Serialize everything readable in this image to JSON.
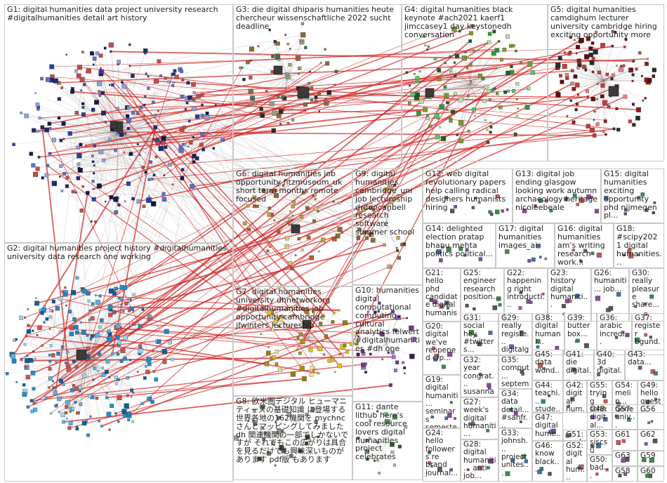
{
  "groups": [
    {
      "id": "G1",
      "text": "G1: digital humanities data project university research #digitalhumanities detail art history",
      "fs": 11,
      "color": "#2c2c8a"
    },
    {
      "id": "G2",
      "text": "G2: digital humanities project history #digitalhumanities university data research one working",
      "fs": 11,
      "color": "#3b8fc4"
    },
    {
      "id": "G3",
      "text": "G3: die digital dhiparis humanities heute chercheur wissenschaftliche 2022 sucht deadline",
      "fs": 11,
      "color": "#6a8a6a"
    },
    {
      "id": "G4",
      "text": "G4: digital humanities black keynote #ach2021 kaerf1 jimccasey1 day keystonedh conversation",
      "fs": 11,
      "color": "#2e9a3a"
    },
    {
      "id": "G5",
      "text": "G5: digital humanities camdighum lecturer university cambridge hiring exciting opportunity more",
      "fs": 11,
      "color": "#9a1a1a"
    },
    {
      "id": "G6",
      "text": "G6: digital humanities job opportunity fitzmuseum_uk short term months remote focused",
      "fs": 11,
      "color": "#c79a3a"
    },
    {
      "id": "G7",
      "text": "G7: digital humanities university dhnetworkorg #digitalhumanities job opportunity cambridge jfwinters lectureship",
      "fs": 11,
      "color": "#e0c020"
    },
    {
      "id": "G8",
      "text": "G8: 欧米圏デジタル ヒューマニティーズの基礎知識 に登場する世界各地の162機関を mychnc さんとマッピングしてみました dh 関連機関の一部でしかないですが それでもこの広がりは具合を見るだけでも興味深いものがあります pdf版 もあります",
      "fs": 11,
      "color": "#7a6a5a"
    },
    {
      "id": "G9",
      "text": "G9: digital humanities cambridge_uni job lectureship drduncanbell research software summer school",
      "fs": 11,
      "color": "#8a6a3a"
    },
    {
      "id": "G10",
      "text": "G10: humanities digital computational computing cultural analytics felwert #digitalhumanities #dh one",
      "fs": 11,
      "color": "#6a3a8a"
    },
    {
      "id": "G11",
      "text": "G11: dante lithub here's cool resource lovers digital humanities project celebrates",
      "fs": 11,
      "color": "#5a8a5a"
    },
    {
      "id": "G12",
      "text": "G12: web digital revolutionary papers help calling radical designers humanists hiring",
      "fs": 11,
      "color": "#8a5a5a"
    },
    {
      "id": "G13",
      "text": "G13: digital job ending glasgow looking work autumn archaeology heritage nicoleebeale",
      "fs": 11,
      "color": "#5a5a8a"
    },
    {
      "id": "G14",
      "text": "G14: delighted election pratap bhanu mehta politics political...",
      "fs": 11,
      "color": "#7a7a7a"
    },
    {
      "id": "G15",
      "text": "G15: digital humanities exciting opportunity phd nijmegen pl...",
      "fs": 11,
      "color": "#7a7a7a"
    },
    {
      "id": "G16",
      "text": "G16: digital humanities am's writing research work...",
      "fs": 11,
      "color": "#7a7a7a"
    },
    {
      "id": "G17",
      "text": "G17: digital humanities images_ai",
      "fs": 11,
      "color": "#7a7a7a"
    },
    {
      "id": "G18",
      "text": "G18: #scipy2021 digital humanities...",
      "fs": 11,
      "color": "#7a7a7a"
    },
    {
      "id": "G19",
      "text": "G19: digital humaniti... seminars semeste...",
      "fs": 10.5,
      "color": "#7a7a7a"
    },
    {
      "id": "G20",
      "text": "G20: digital we've reopened cfp...",
      "fs": 10.5,
      "color": "#7a7a7a"
    },
    {
      "id": "G21",
      "text": "G21: hello phd candidate digital humanis...",
      "fs": 10.5,
      "color": "#7a7a7a"
    },
    {
      "id": "G22",
      "text": "G22: happening right introducti...",
      "fs": 10.5,
      "color": "#7a7a7a"
    },
    {
      "id": "G23",
      "text": "G23: history digital humaniti...",
      "fs": 10.5,
      "color": "#7a7a7a"
    },
    {
      "id": "G24",
      "text": "G24: hello followers re brand journal...",
      "fs": 10.5,
      "color": "#7a7a7a"
    },
    {
      "id": "G25",
      "text": "G25: engineer research position...",
      "fs": 10.5,
      "color": "#7a7a7a"
    },
    {
      "id": "G26",
      "text": "G26: humaniti... job...",
      "fs": 10.5,
      "color": "#7a7a7a"
    },
    {
      "id": "G27",
      "text": "G27: week's digital humaniti...",
      "fs": 10.5,
      "color": "#7a7a7a"
    },
    {
      "id": "G28",
      "text": "G28: digital humaniti... anti job...",
      "fs": 10.5,
      "color": "#7a7a7a"
    },
    {
      "id": "G29",
      "text": "G29: really registe... digitalg...",
      "fs": 10.5,
      "color": "#7a7a7a"
    },
    {
      "id": "G30",
      "text": "G30: really pleasure share...",
      "fs": 10.5,
      "color": "#7a7a7a"
    },
    {
      "id": "G31",
      "text": "G31: social hey #twitters...",
      "fs": 10.5,
      "color": "#7a7a7a"
    },
    {
      "id": "G32",
      "text": "G32: year congrat... susanna...",
      "fs": 10.5,
      "color": "#7a7a7a"
    },
    {
      "id": "G33",
      "text": "G33: johnsh... project unites...",
      "fs": 10.5,
      "color": "#7a7a7a"
    },
    {
      "id": "G34",
      "text": "G34: data detail... #sanfr...",
      "fs": 10.5,
      "color": "#7a7a7a"
    },
    {
      "id": "G35",
      "text": "G35: comput... septem... joining...",
      "fs": 10.5,
      "color": "#7a7a7a"
    },
    {
      "id": "G36",
      "text": "G36: arabic incredi...",
      "fs": 10.5,
      "color": "#7a7a7a"
    },
    {
      "id": "G37",
      "text": "G37: register bgund...",
      "fs": 10.5,
      "color": "#7a7a7a"
    },
    {
      "id": "G38",
      "text": "G38: digital humani...",
      "fs": 10.5,
      "color": "#7a7a7a"
    },
    {
      "id": "G39",
      "text": "G39: butter box...",
      "fs": 10.5,
      "color": "#7a7a7a"
    },
    {
      "id": "G40",
      "text": "G40: 3d digital...",
      "fs": 10.5,
      "color": "#7a7a7a"
    },
    {
      "id": "G41",
      "text": "G41: die digital...",
      "fs": 10.5,
      "color": "#7a7a7a"
    },
    {
      "id": "G42",
      "text": "G42: digital hum... sum...",
      "fs": 10.5,
      "color": "#7a7a7a"
    },
    {
      "id": "G43",
      "text": "G43: data...",
      "fs": 10.5,
      "color": "#7a7a7a"
    },
    {
      "id": "G44",
      "text": "G44: teachi... stude...",
      "fs": 10.5,
      "color": "#7a7a7a"
    },
    {
      "id": "G45",
      "text": "G45: data wond...",
      "fs": 10.5,
      "color": "#7a7a7a"
    },
    {
      "id": "G46",
      "text": "G46: know black...",
      "fs": 10.5,
      "color": "#7a7a7a"
    },
    {
      "id": "G47",
      "text": "G47: digital hume...",
      "fs": 10.5,
      "color": "#7a7a7a"
    },
    {
      "id": "G48",
      "text": "G48: digital...",
      "fs": 10.5,
      "color": "#7a7a7a"
    },
    {
      "id": "G49",
      "text": "G49: hello quest...",
      "fs": 10.5,
      "color": "#7a7a7a"
    },
    {
      "id": "G50",
      "text": "G50: bad...",
      "fs": 10.5,
      "color": "#7a7a7a"
    },
    {
      "id": "G51",
      "text": "G51: nachst...",
      "fs": 10.5,
      "color": "#7a7a7a"
    },
    {
      "id": "G52",
      "text": "G52: digital hum...",
      "fs": 10.5,
      "color": "#7a7a7a"
    },
    {
      "id": "G53",
      "text": "G53: siscsu mary...",
      "fs": 10.5,
      "color": "#7a7a7a"
    },
    {
      "id": "G54",
      "text": "G54: melin... gener...",
      "fs": 10.5,
      "color": "#7a7a7a"
    },
    {
      "id": "G55",
      "text": "G55: trying string...",
      "fs": 10.5,
      "color": "#7a7a7a"
    },
    {
      "id": "G56",
      "text": "G56",
      "fs": 10.5,
      "color": "#7a7a7a"
    },
    {
      "id": "G57",
      "text": "G57: univ...",
      "fs": 10.5,
      "color": "#7a7a7a"
    },
    {
      "id": "G58",
      "text": "G58",
      "fs": 10.5,
      "color": "#7a7a7a"
    },
    {
      "id": "G59",
      "text": "G59",
      "fs": 10.5,
      "color": "#7a7a7a"
    },
    {
      "id": "G60",
      "text": "G60",
      "fs": 10.5,
      "color": "#7a7a7a"
    },
    {
      "id": "G61",
      "text": "G61",
      "fs": 10.5,
      "color": "#7a7a7a"
    },
    {
      "id": "G62",
      "text": "G62",
      "fs": 10.5,
      "color": "#7a7a7a"
    },
    {
      "id": "G63",
      "text": "G63",
      "fs": 10.5,
      "color": "#7a7a7a"
    }
  ],
  "colors": {
    "edge_inter": "#d12020",
    "edge_gray": "#8c8c8c",
    "border": "#c8c8c8"
  }
}
